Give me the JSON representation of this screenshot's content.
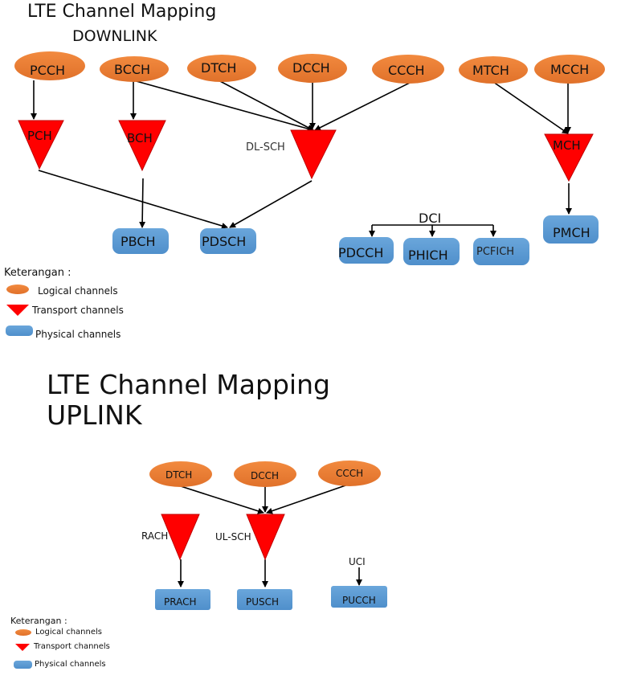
{
  "downlink": {
    "title_line1": "LTE Channel Mapping",
    "title_line2": "DOWNLINK",
    "logical": [
      "PCCH",
      "BCCH",
      "DTCH",
      "DCCH",
      "CCCH",
      "MTCH",
      "MCCH"
    ],
    "transport": [
      "PCH",
      "BCH",
      "DL-SCH",
      "MCH"
    ],
    "physical": [
      "PBCH",
      "PDSCH",
      "PDCCH",
      "PHICH",
      "PCFICH",
      "PMCH"
    ],
    "dci_label": "DCI"
  },
  "uplink": {
    "title_line1": "LTE Channel Mapping",
    "title_line2": "UPLINK",
    "logical": [
      "DTCH",
      "DCCH",
      "CCCH"
    ],
    "transport": [
      "RACH",
      "UL-SCH"
    ],
    "physical": [
      "PRACH",
      "PUSCH",
      "PUCCH"
    ],
    "uci_label": "UCI"
  },
  "legend": {
    "heading": "Keterangan :",
    "logical": "Logical channels",
    "transport": "Transport channels",
    "physical": "Physical channels"
  },
  "colors": {
    "logical_fill": "#ED7D31",
    "transport_fill": "#FF0000",
    "physical_fill": "#5B9BD5"
  }
}
